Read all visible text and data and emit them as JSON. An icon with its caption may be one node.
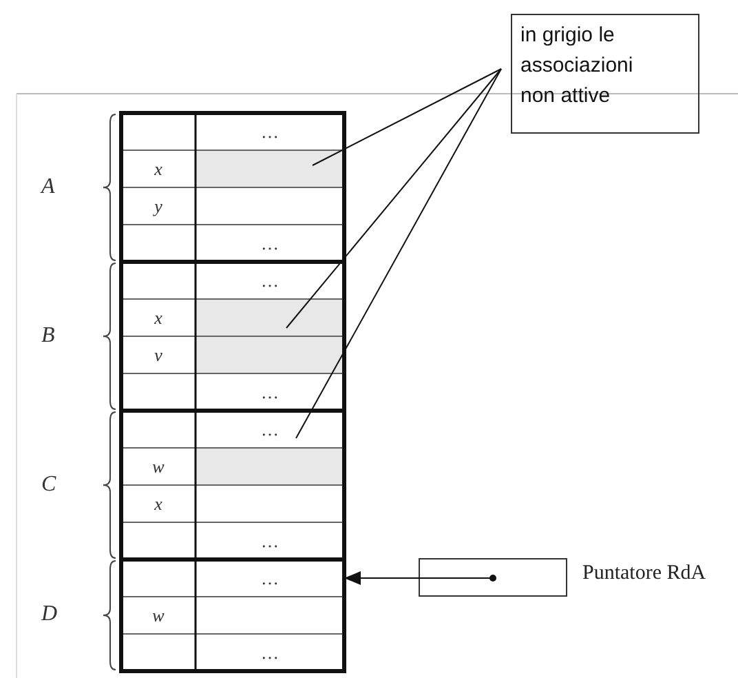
{
  "diagram": {
    "nodes": [
      {
        "text": [
          "in grigio le associazioni non attive"
        ]
      },
      {
        "text": [],
        "shape": "box"
      },
      {
        "text": [],
        "shape": "box"
      },
      {
        "text": [],
        "shape": "box"
      },
      {
        "text": [],
        "shape": "box"
      },
      {
        "text": [
          "…"
        ]
      },
      {
        "text": [],
        "shape": "box",
        "beside": [
          "Puntatore RdA"
        ]
      }
    ],
    "edges": [
      {
        "from": 0,
        "to": 1,
        "arrow": "none"
      },
      {
        "from": 0,
        "to": 2,
        "arrow": "none"
      },
      {
        "from": 0,
        "to": 4,
        "arrow": "none"
      },
      {
        "from": 6,
        "to": 5,
        "arrow": "to"
      }
    ],
    "labels": [
      "A",
      "…",
      "x",
      "y",
      "…",
      "B",
      "…",
      "x",
      "v",
      "…",
      "C",
      "…",
      "w",
      "x",
      "…",
      "D",
      "w",
      "…"
    ]
  }
}
